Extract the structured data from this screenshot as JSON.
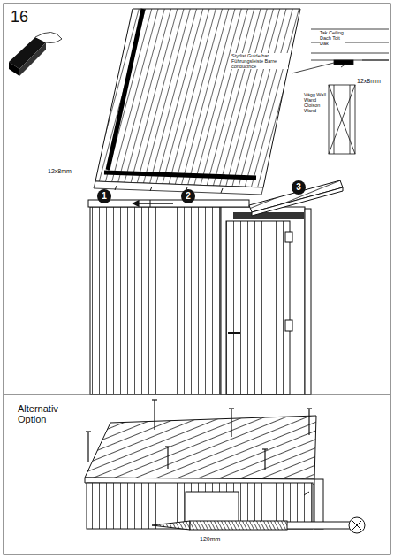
{
  "diagram": {
    "nodes": [
      {
        "text": [
          "1"
        ]
      },
      {
        "text": [
          "2"
        ]
      },
      {
        "text": [
          "3"
        ]
      }
    ],
    "labels": [
      "16",
      "12x8mm",
      "Styrlist Guide bar Führungsleiste Barre conductrice",
      "Tak Ceiling Dach Toit Dak",
      "12x8mm",
      "Vägg Wall Wand Cloison Wand",
      "Alternativ Option",
      "120mm"
    ]
  }
}
